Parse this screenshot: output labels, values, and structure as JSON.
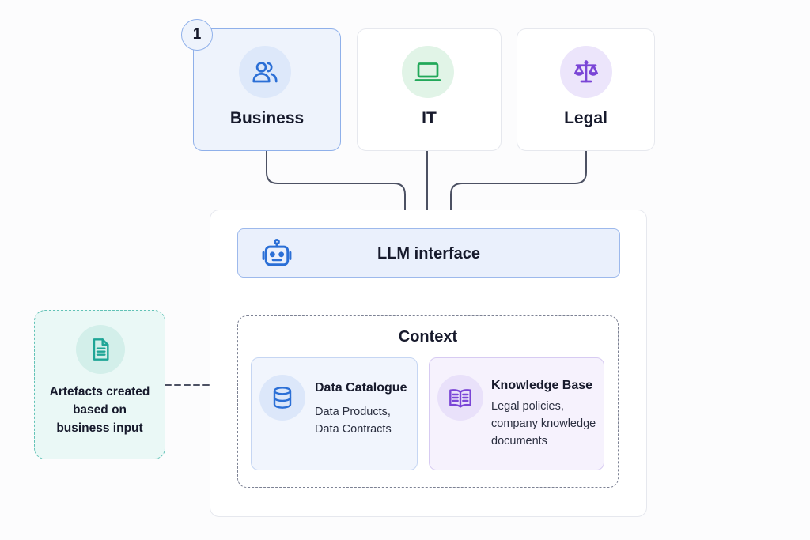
{
  "step_badge": "1",
  "roles": [
    {
      "label": "Business",
      "icon": "users-icon",
      "color": "#2b6fd6",
      "selected": true
    },
    {
      "label": "IT",
      "icon": "laptop-icon",
      "color": "#22a85a",
      "selected": false
    },
    {
      "label": "Legal",
      "icon": "scales-icon",
      "color": "#7a45d6",
      "selected": false
    }
  ],
  "llm": {
    "label": "LLM interface",
    "icon": "robot-icon",
    "color": "#2b6fd6"
  },
  "context": {
    "title": "Context",
    "data_catalogue": {
      "title": "Data Catalogue",
      "lines": [
        "Data Products,",
        "Data Contracts"
      ],
      "icon": "database-icon"
    },
    "knowledge_base": {
      "title": "Knowledge Base",
      "lines": [
        "Legal policies,",
        "company knowledge",
        "documents"
      ],
      "icon": "book-icon"
    }
  },
  "artefacts": {
    "lines": [
      "Artefacts created",
      "based on",
      "business input"
    ],
    "icon": "document-icon",
    "color": "#1fa596"
  }
}
